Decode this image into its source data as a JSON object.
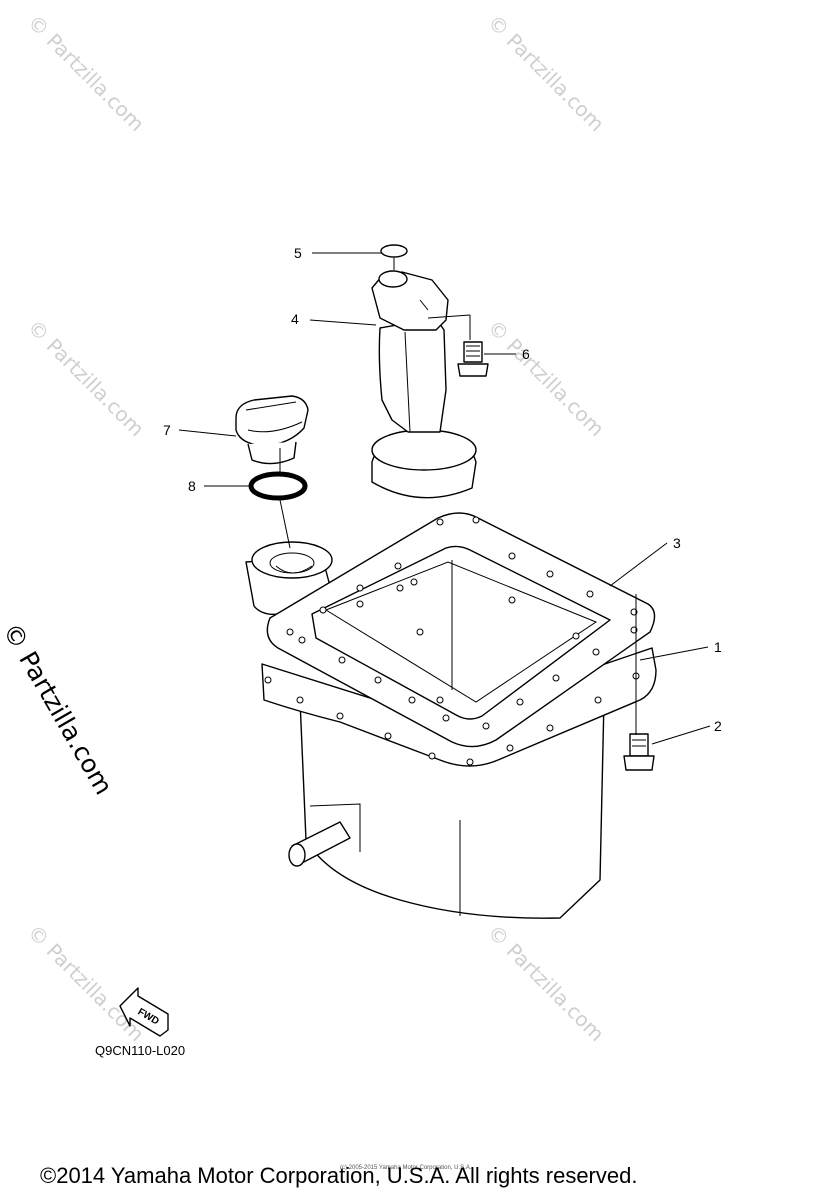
{
  "watermark": "© Partzilla.com",
  "callouts": [
    "1",
    "2",
    "3",
    "4",
    "5",
    "6",
    "7",
    "8"
  ],
  "diagram_code": "Q9CN110-L020",
  "fwd_label": "FWD",
  "copyright": "©2014 Yamaha Motor Corporation, U.S.A. All rights reserved.",
  "copyright_small": "(c) 2005-2015 Yamaha Motor Corporation, U.S.A."
}
